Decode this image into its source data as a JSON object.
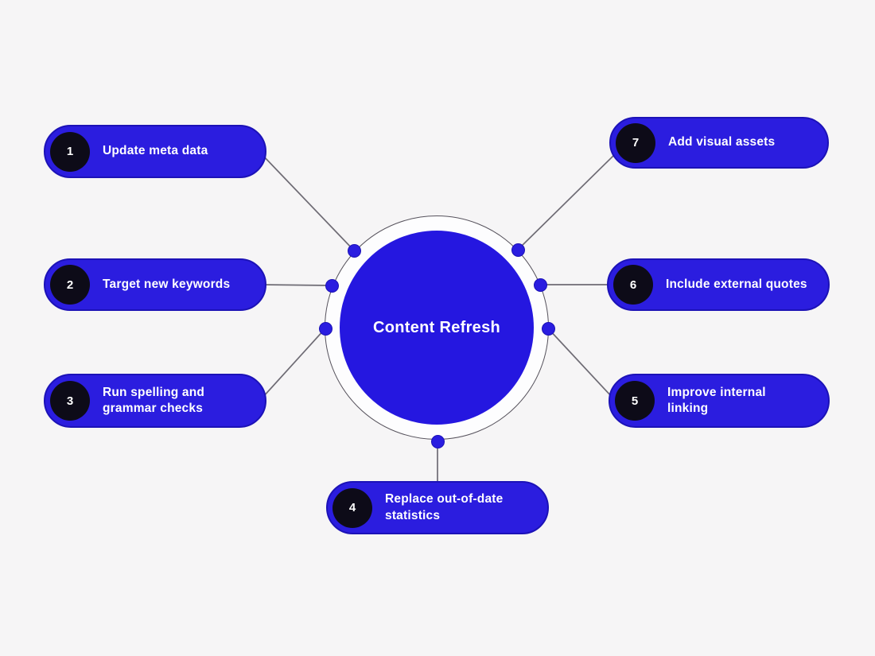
{
  "diagram": {
    "title": "Content Refresh",
    "type": "hub-and-spoke"
  },
  "center": {
    "label": "Content Refresh"
  },
  "items": [
    {
      "number": "1",
      "label": "Update meta data"
    },
    {
      "number": "2",
      "label": "Target new keywords"
    },
    {
      "number": "3",
      "label": "Run spelling and\ngrammar checks"
    },
    {
      "number": "4",
      "label": "Replace out-of-date\nstatistics"
    },
    {
      "number": "5",
      "label": "Improve internal\nlinking"
    },
    {
      "number": "6",
      "label": "Include external quotes"
    },
    {
      "number": "7",
      "label": "Add visual assets"
    }
  ],
  "colors": {
    "background": "#f6f5f6",
    "pill_blue": "#2b1ddf",
    "pill_border": "#1c12b7",
    "hub_blue": "#2517e0",
    "badge_dark": "#0d0b18",
    "text_white": "#ffffff",
    "connector_gray": "#6e6b74",
    "ring_gray": "#56525c"
  }
}
